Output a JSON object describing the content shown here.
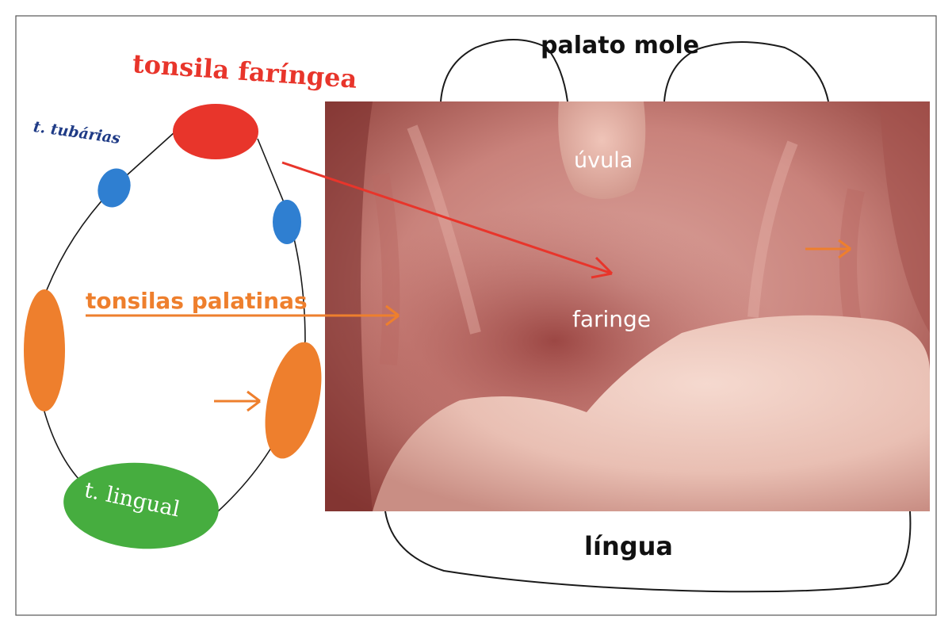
{
  "labels": {
    "tonsila_faringea": "tonsila faríngea",
    "t_tubarias": "t. tubárias",
    "tonsilas_palatinas": "tonsilas palatinas",
    "t_lingual": "t. lingual",
    "palato_mole": "palato mole",
    "uvula": "úvula",
    "faringe": "faringe",
    "lingua": "língua"
  },
  "colors": {
    "tonsila_faringea": "#e8352b",
    "t_tubarias": "#2f7fd1",
    "tonsilas_palatinas": "#ee7f2d",
    "t_lingual": "#46ad3f",
    "label_dark_blue": "#1f3b86",
    "outline": "#1a1a1a"
  }
}
